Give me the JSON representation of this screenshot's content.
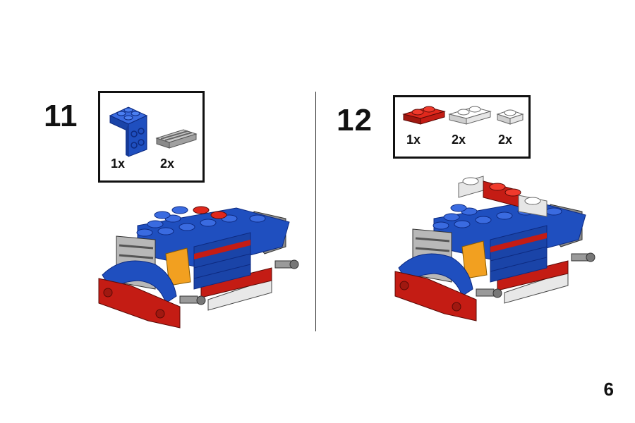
{
  "steps": [
    {
      "number": "11",
      "parts": [
        {
          "icon": "blue-bracket-icon",
          "quantity": "1x"
        },
        {
          "icon": "gray-grille-tile-icon",
          "quantity": "2x"
        }
      ]
    },
    {
      "number": "12",
      "parts": [
        {
          "icon": "red-plate-1x2-icon",
          "quantity": "1x"
        },
        {
          "icon": "white-plate-1x2-icon",
          "quantity": "2x"
        },
        {
          "icon": "white-plate-1x1-icon",
          "quantity": "2x"
        }
      ]
    }
  ],
  "page_number": "6",
  "colors": {
    "blue": "#1f4fbf",
    "red": "#c41c14",
    "white": "#f2f2f2",
    "gray": "#a8a8a8",
    "dark_gray": "#555555",
    "orange": "#f2a020"
  }
}
